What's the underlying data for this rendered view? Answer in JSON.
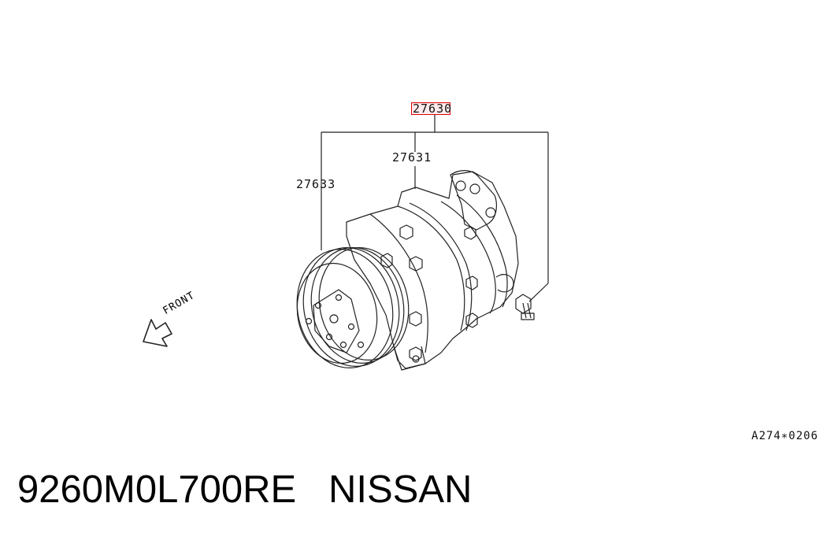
{
  "diagram": {
    "callouts": {
      "assembly": "27630",
      "clutch_hub": "27631",
      "pulley": "27633"
    },
    "front_label": "FRONT",
    "reference_code": "A274∗0206",
    "highlight_color": "#e00000"
  },
  "footer": {
    "part_number": "9260M0L700RE",
    "brand": "NISSAN"
  }
}
